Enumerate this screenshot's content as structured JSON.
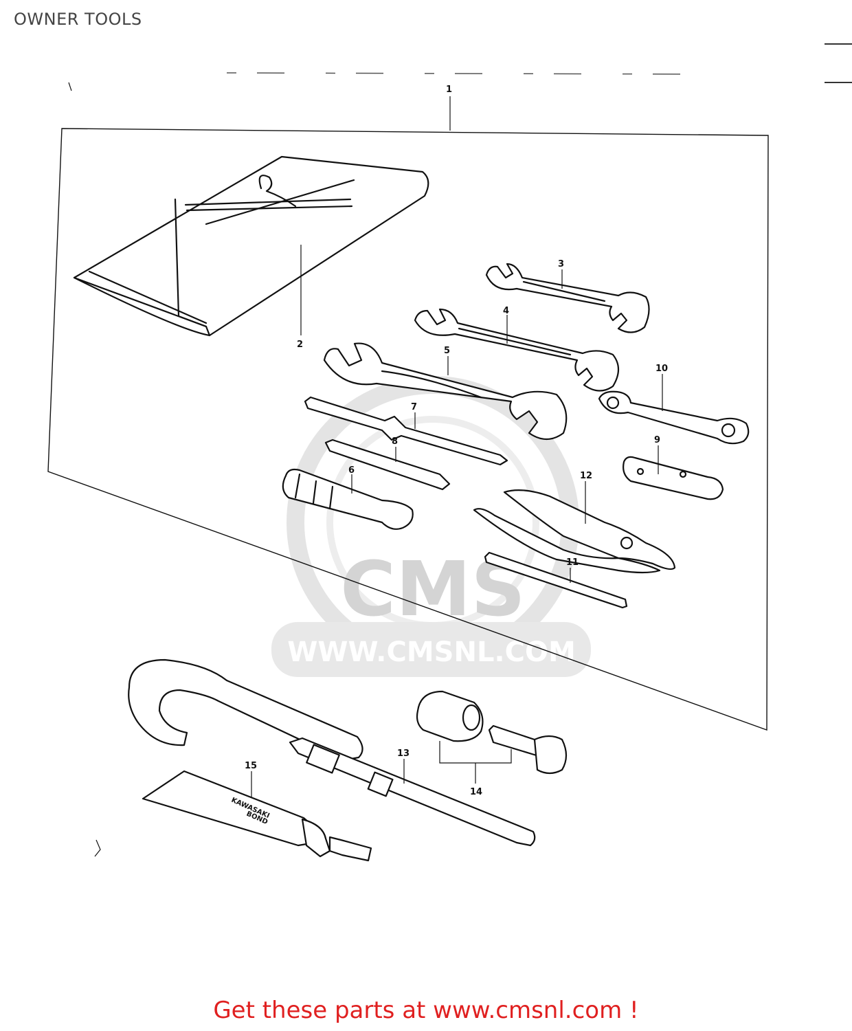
{
  "page": {
    "title": "OWNER TOOLS",
    "footer_link": "Get these parts at www.cmsnl.com !"
  },
  "watermark": {
    "logo_text": "CMS",
    "url_text": "WWW.CMSNL.COM"
  },
  "callouts": {
    "c1": "1",
    "c2": "2",
    "c3": "3",
    "c4": "4",
    "c5": "5",
    "c6": "6",
    "c7": "7",
    "c8": "8",
    "c9": "9",
    "c10": "10",
    "c11": "11",
    "c12": "12",
    "c13": "13",
    "c14": "14",
    "c15": "15"
  },
  "tube_label": {
    "line1": "KAWASAKI",
    "line2": "BOND"
  },
  "colors": {
    "link": "#e02020",
    "ink": "#111111",
    "watermark": "#d0d0d0"
  }
}
